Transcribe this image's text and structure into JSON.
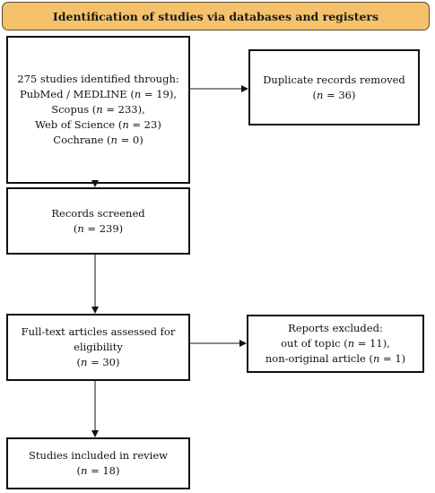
{
  "header": {
    "title": "Identification of studies via databases and registers",
    "color": "#f5c26b"
  },
  "identified": {
    "line1": "275 studies identified through:",
    "line2_pre": "PubMed / MEDLINE (",
    "line2_var": "n",
    "line2_post": " = 19),",
    "line3_pre": "Scopus (",
    "line3_var": "n",
    "line3_post": " = 233),",
    "line4_pre": "Web of Science (",
    "line4_var": "n",
    "line4_post": " = 23)",
    "line5_pre": "Cochrane (",
    "line5_var": "n",
    "line5_post": " = 0)"
  },
  "duplicates": {
    "line1": "Duplicate records removed",
    "line2_pre": "(",
    "line2_var": "n",
    "line2_post": " = 36)"
  },
  "screened": {
    "line1": "Records screened",
    "line2_pre": "(",
    "line2_var": "n",
    "line2_post": " = 239)"
  },
  "fulltext": {
    "line1": "Full-text articles assessed for",
    "line2": "eligibility",
    "line3_pre": "(",
    "line3_var": "n",
    "line3_post": " = 30)"
  },
  "excluded": {
    "line1": "Reports excluded:",
    "line2_pre": "out of topic (",
    "line2_var": "n",
    "line2_post": " = 11),",
    "line3_pre": "non-original article (",
    "line3_var": "n",
    "line3_post": " = 1)"
  },
  "included": {
    "line1": "Studies included in review",
    "line2_pre": "(",
    "line2_var": "n",
    "line2_post": " = 18)"
  }
}
